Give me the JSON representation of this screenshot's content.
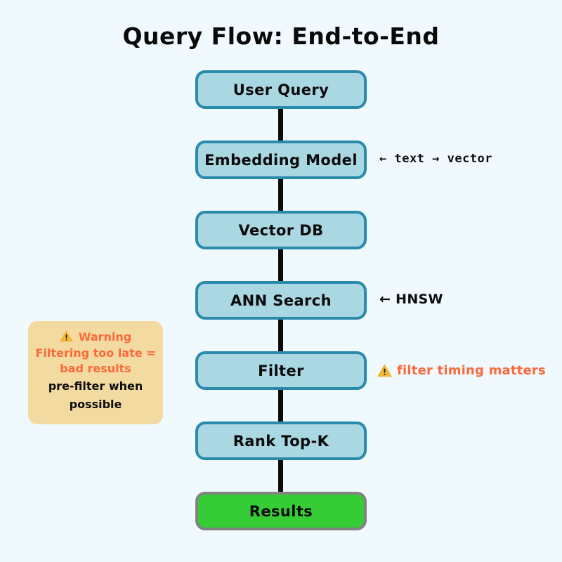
{
  "diagram": {
    "title": "Query Flow: End-to-End",
    "background_color": "#f0f9fd",
    "node_fill": "#a9d7e2",
    "node_border": "#2a8aab",
    "terminal_fill": "#35cc35",
    "terminal_border": "#828282",
    "edge_color": "#0b0b0b",
    "accent_color": "#fa6a3c",
    "callout_fill": "#f3daa0",
    "nodes": [
      {
        "id": "user-query",
        "label": "User Query",
        "type": "process"
      },
      {
        "id": "embedding-model",
        "label": "Embedding Model",
        "type": "process"
      },
      {
        "id": "vector-db",
        "label": "Vector DB",
        "type": "process"
      },
      {
        "id": "ann-search",
        "label": "ANN Search",
        "type": "process"
      },
      {
        "id": "filter",
        "label": "Filter",
        "type": "process"
      },
      {
        "id": "rank-top-k",
        "label": "Rank Top-K",
        "type": "process"
      },
      {
        "id": "results",
        "label": "Results",
        "type": "terminal"
      }
    ],
    "annotations": [
      {
        "id": "embedding-note",
        "text": "← text → vector",
        "style": "mono",
        "icon": "none"
      },
      {
        "id": "ann-search-note",
        "text": "← HNSW",
        "style": "handwritten",
        "icon": "none"
      },
      {
        "id": "filter-note",
        "text": "filter timing matters",
        "style": "alert",
        "icon": "warning-triangle"
      }
    ],
    "callout": {
      "icon": "warning-triangle",
      "heading": "Warning",
      "accent_line_1": "Filtering too late =",
      "accent_line_2": "bad results",
      "body_line_1": "pre-filter when",
      "body_line_2": "possible"
    }
  }
}
